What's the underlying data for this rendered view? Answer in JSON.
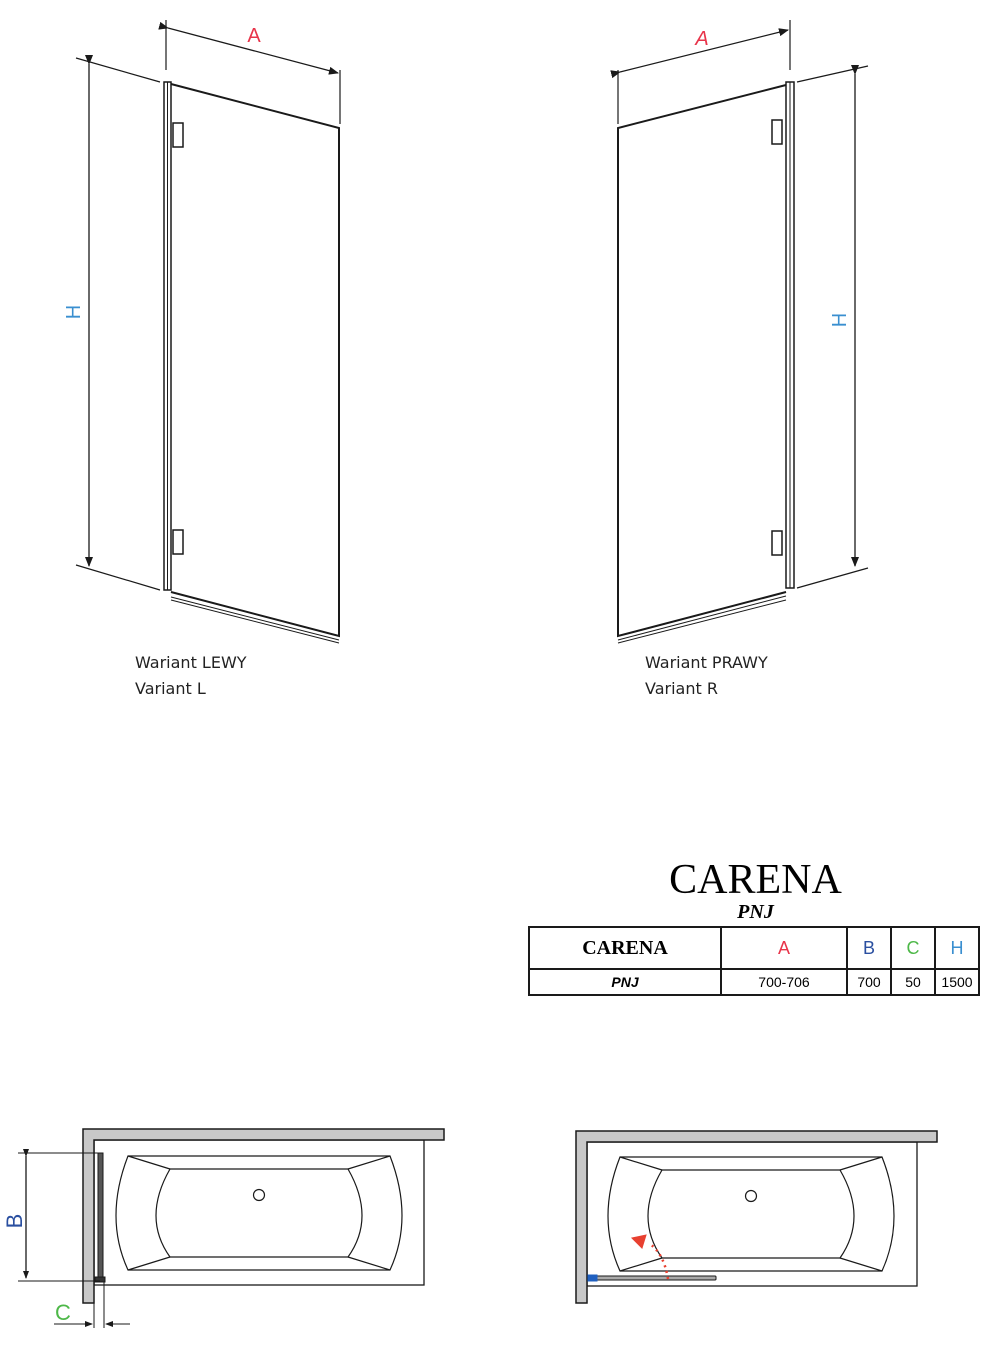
{
  "colors": {
    "A": "#e8344a",
    "B": "#2a4fa0",
    "C": "#4db848",
    "H": "#3a8fd0",
    "line": "#1a1a1a",
    "wall": "#c8c8c8",
    "arrow_red": "#e84030",
    "hinge_blue": "#2060c0"
  },
  "left_variant": {
    "label_pl": "Wariant LEWY",
    "label_en": "Variant L",
    "dim_width": "A",
    "dim_height": "H"
  },
  "right_variant": {
    "label_pl": "Wariant PRAWY",
    "label_en": "Variant R",
    "dim_width": "A",
    "dim_height": "H"
  },
  "product": {
    "name": "CARENA",
    "model": "PNJ"
  },
  "spec_table": {
    "headers": [
      "CARENA",
      "A",
      "B",
      "C",
      "H"
    ],
    "rows": [
      [
        "PNJ",
        "700-706",
        "700",
        "50",
        "1500"
      ]
    ]
  },
  "plan_left": {
    "dim_depth": "B",
    "dim_offset": "C"
  },
  "plan_right": {}
}
